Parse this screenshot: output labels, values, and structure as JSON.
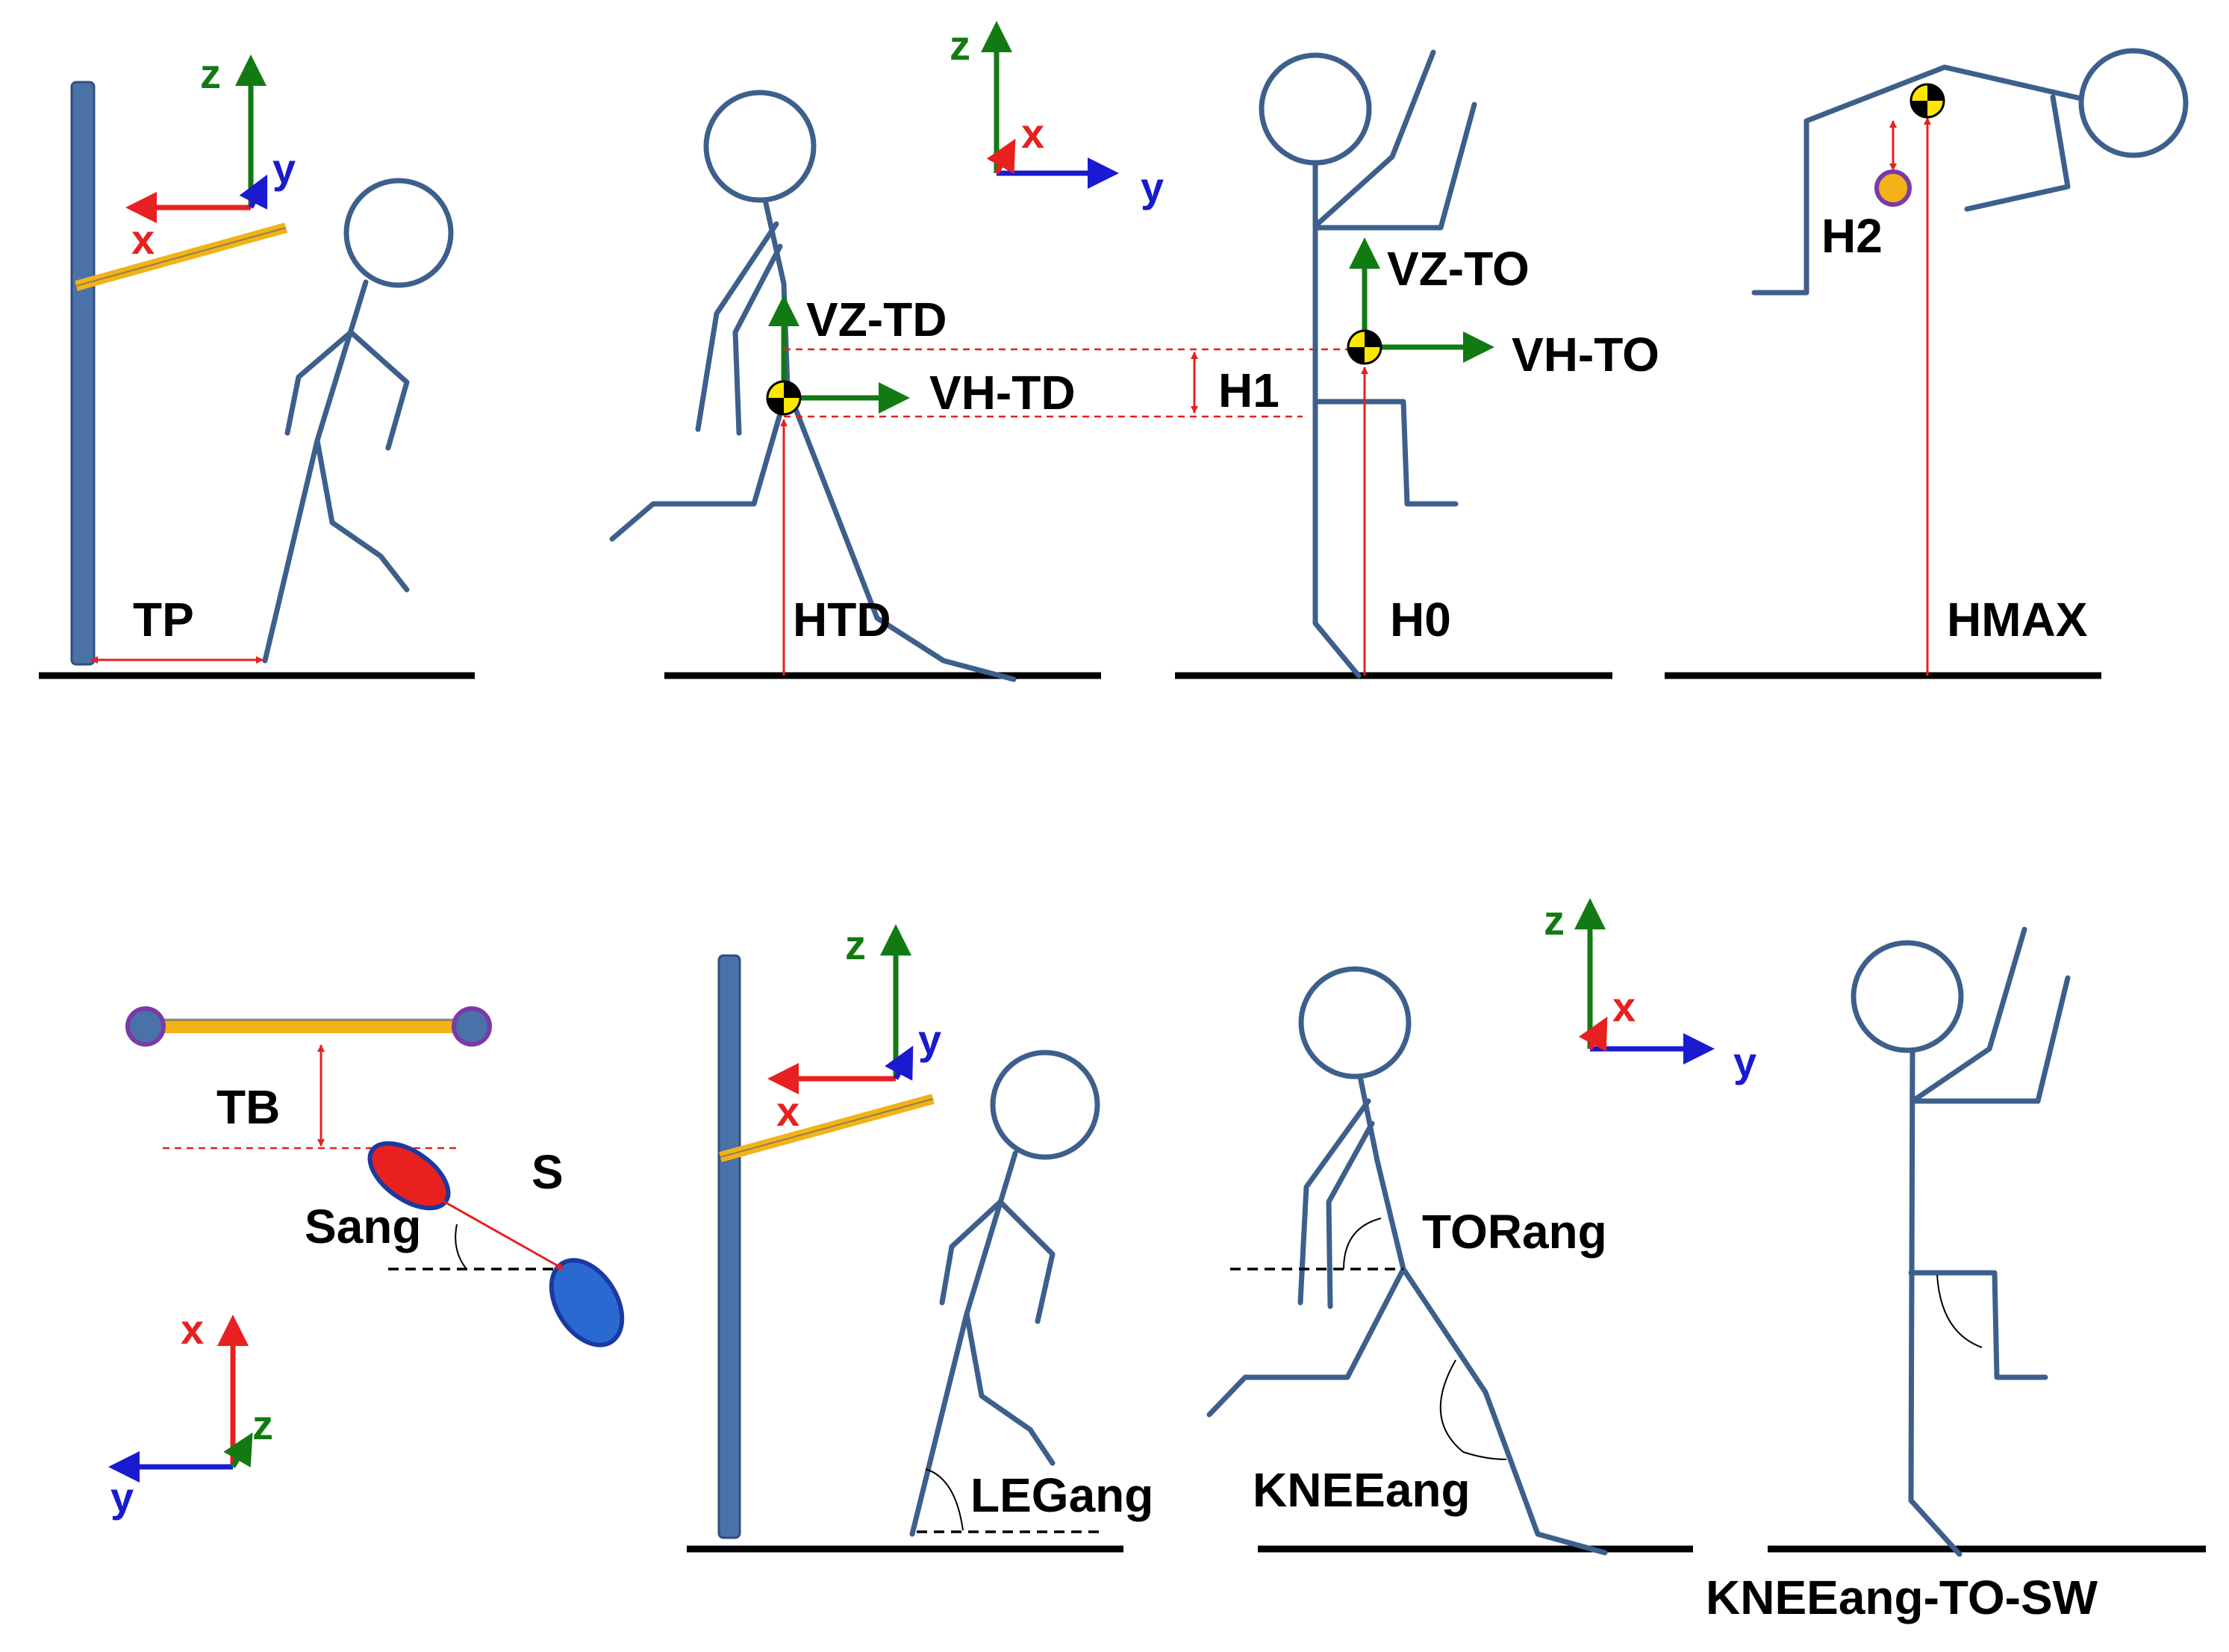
{
  "labels": {
    "tp": "TP",
    "htd": "HTD",
    "vz_td": "VZ-TD",
    "vh_td": "VH-TD",
    "h1": "H1",
    "h0": "H0",
    "vz_to": "VZ-TO",
    "vh_to": "VH-TO",
    "h2": "H2",
    "hmax": "HMAX",
    "tb": "TB",
    "s": "S",
    "sang": "Sang",
    "legang": "LEGang",
    "torang": "TORang",
    "kneeang": "KNEEang",
    "kneeang_to_sw": "KNEEang-TO-SW"
  },
  "axes": {
    "x": "x",
    "y": "y",
    "z": "z"
  },
  "colors": {
    "figure": "#3d5f8c",
    "pole": "#4a72a8",
    "bar": "#f2b218",
    "x_axis": "#e82020",
    "y_axis": "#1a1ad0",
    "z_axis": "#127a12",
    "velocity": "#127a12",
    "measure": "#e82020",
    "ground": "#000000"
  },
  "icons": [
    "center-of-mass-marker-icon",
    "coordinate-axes-icon"
  ]
}
